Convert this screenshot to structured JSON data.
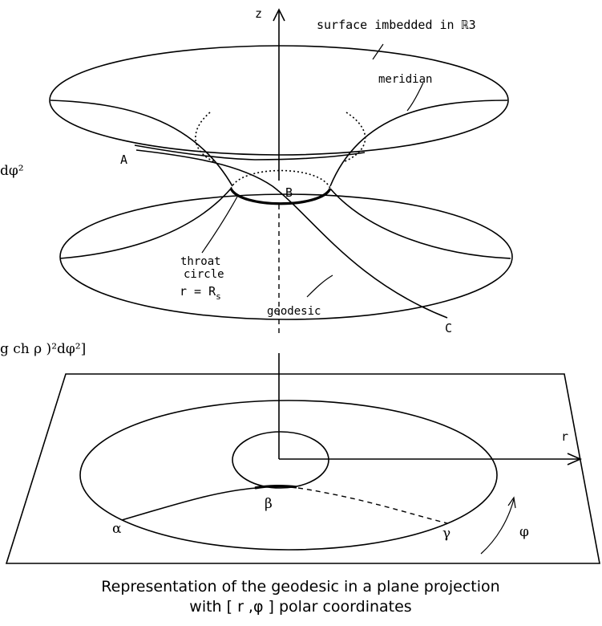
{
  "labels": {
    "z_axis": "z",
    "r_axis": "r",
    "surface": "surface imbedded in ℝ3",
    "meridian": "meridian",
    "throat_line1": "throat",
    "throat_line2": "circle",
    "throat_eq_main": "r = R",
    "throat_eq_sub": "s",
    "geodesic": "geodesic",
    "point_A": "A",
    "point_B": "B",
    "point_C": "C",
    "point_alpha": "α",
    "point_beta": "β",
    "point_gamma": "γ",
    "phi": "φ",
    "formula_fragment_1": "dφ²",
    "formula_fragment_2": "g ch ρ )²dφ²]"
  },
  "caption": {
    "line1": "Representation of the geodesic in a plane projection",
    "line2": "with [ r ,φ ] polar coordinates"
  }
}
